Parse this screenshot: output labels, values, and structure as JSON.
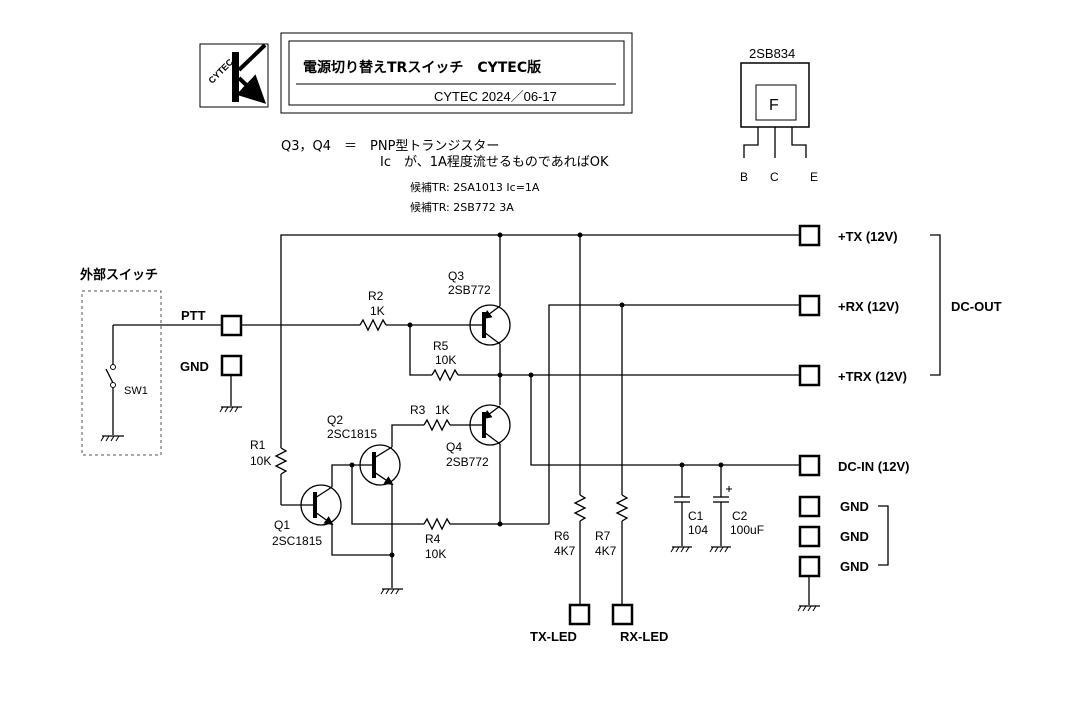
{
  "title": {
    "main": "電源切り替えTRスイッチ　CYTEC版",
    "sub": "CYTEC 2024／06-17",
    "logo_text": "CYTEC"
  },
  "notes": {
    "line1": "Q3，Q4　＝　PNP型トランジスター",
    "line2": "Ic　が、1A程度流せるものであればOK",
    "cand1": "候補TR:  2SA1013  Ic=1A",
    "cand2": "候補TR:  2SB772  3A"
  },
  "package": {
    "part": "2SB834",
    "mark": "F",
    "pins": [
      "B",
      "C",
      "E"
    ]
  },
  "external": {
    "title": "外部スイッチ",
    "sw": "SW1"
  },
  "inputs": {
    "ptt": "PTT",
    "gnd": "GND"
  },
  "components": {
    "r1": {
      "name": "R1",
      "value": "10K"
    },
    "r2": {
      "name": "R2",
      "value": "1K"
    },
    "r3": {
      "name": "R3",
      "value": "1K"
    },
    "r4": {
      "name": "R4",
      "value": "10K"
    },
    "r5": {
      "name": "R5",
      "value": "10K"
    },
    "r6": {
      "name": "R6",
      "value": "4K7"
    },
    "r7": {
      "name": "R7",
      "value": "4K7"
    },
    "q1": {
      "name": "Q1",
      "value": "2SC1815"
    },
    "q2": {
      "name": "Q2",
      "value": "2SC1815"
    },
    "q3": {
      "name": "Q3",
      "value": "2SB772"
    },
    "q4": {
      "name": "Q4",
      "value": "2SB772"
    },
    "c1": {
      "name": "C1",
      "value": "104"
    },
    "c2": {
      "name": "C2",
      "value": "100uF"
    }
  },
  "outputs": {
    "tx": "+TX (12V)",
    "rx": "+RX (12V)",
    "trx": "+TRX (12V)",
    "group": "DC-OUT",
    "dcin": "DC-IN (12V)",
    "gnd1": "GND",
    "gnd2": "GND",
    "gnd3": "GND"
  },
  "leds": {
    "tx": "TX-LED",
    "rx": "RX-LED"
  }
}
